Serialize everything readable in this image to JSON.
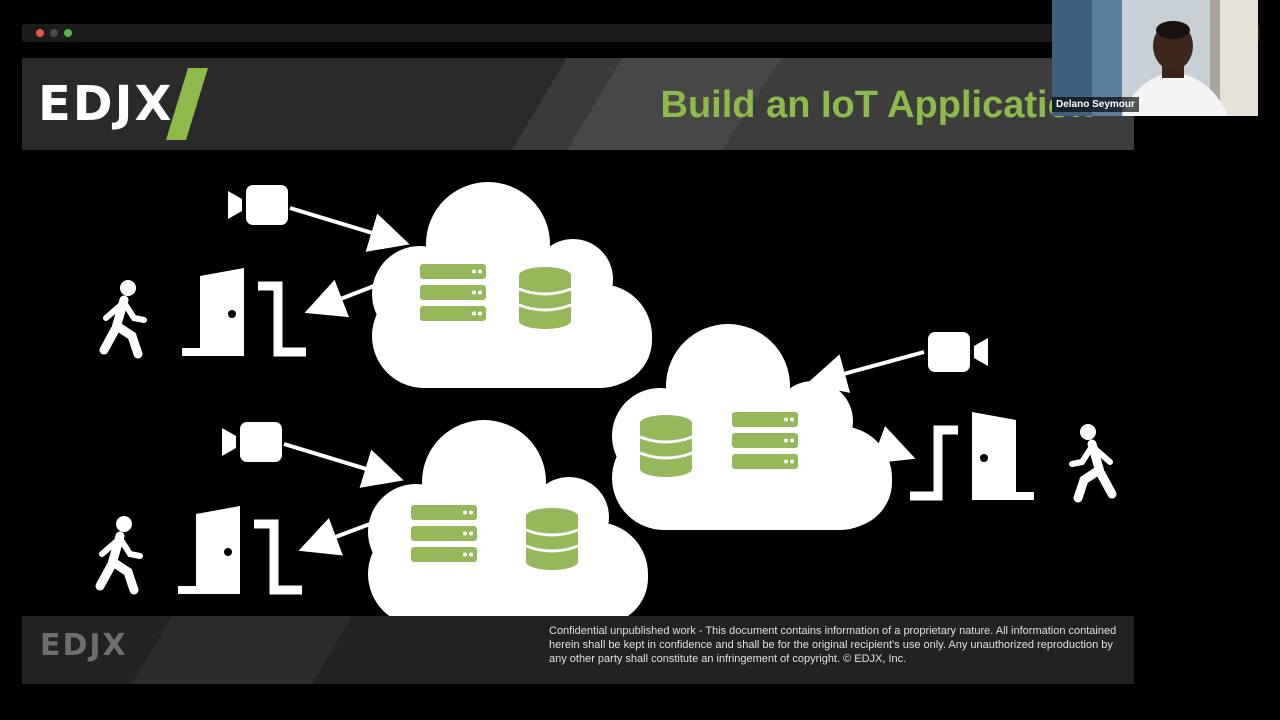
{
  "window": {
    "controls": [
      "close-dot",
      "minimize-dot",
      "maximize-dot"
    ],
    "control_colors": [
      "#e05a4f",
      "#4a4a4a",
      "#59b54a"
    ]
  },
  "slide": {
    "logo_text": "EDJX",
    "title": "Build an IoT Application",
    "accent_color": "#8dba4a",
    "footer_logo_text": "EDJX",
    "confidential_text": "Confidential unpublished work - This document contains information of a proprietary nature. All information contained herein shall be kept in confidence and shall be for the original recipient's use only. Any unauthorized reproduction by any other party shall constitute an infringement of copyright.  © EDJX, Inc.",
    "diagram": {
      "icons": [
        "camera-icon",
        "cloud-icon",
        "server-rack-icon",
        "database-icon",
        "door-icon",
        "walking-person-icon",
        "arrow-icon"
      ]
    }
  },
  "video": {
    "participant_name": "Delano Seymour"
  }
}
